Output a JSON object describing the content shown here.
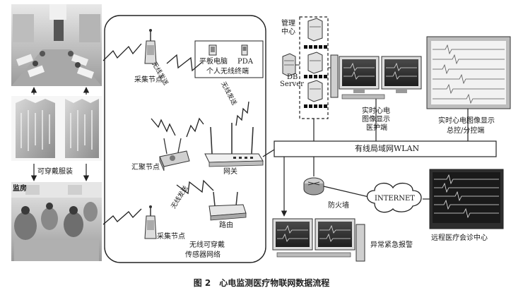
{
  "labels": {
    "wearable": "可穿戴服装",
    "ward": "监房",
    "collect_node_top": "采集节点",
    "collect_node_bottom": "采集节点",
    "wireless_send_1": "无线发送",
    "wireless_send_2": "无线发送",
    "wireless_send_3": "无线发送",
    "tablet": "平板电脑",
    "pda": "PDA",
    "personal_terminal": "个人无线终端",
    "sink_node": "汇聚节点",
    "gateway": "网关",
    "router": "路由",
    "wireless_net_line1": "无线可穿戴",
    "wireless_net_line2": "传感器网络",
    "mgmt_line1": "管理",
    "mgmt_line2": "中心",
    "db_line1": "DB",
    "db_line2": "Server",
    "realtime_line1": "实时心电",
    "realtime_line2": "图像显示",
    "realtime_line3": "医护端",
    "total_line1": "实时心电图像显示",
    "total_line2": "总控/分控端",
    "wlan": "有线局域网WLAN",
    "firewall": "防火墙",
    "internet": "INTERNET",
    "alarm": "异常紧急报警",
    "remote": "远程医疗会诊中心"
  },
  "caption": {
    "number": "图 2",
    "title": "心电监测医疗物联网数据流程"
  }
}
